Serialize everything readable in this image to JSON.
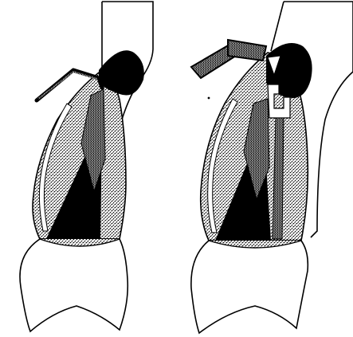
{
  "figure": {
    "panels": [
      {
        "id": "left",
        "tool": "curved-wire-instrument",
        "shape": "bell-shaped-cap-with-cavity"
      },
      {
        "id": "right",
        "tool": "stepped-insert-instrument",
        "shape": "bell-shaped-cap-with-cavity"
      }
    ],
    "colors": {
      "ink": "#000000",
      "stipple": "#555555",
      "paper": "#ffffff"
    }
  }
}
